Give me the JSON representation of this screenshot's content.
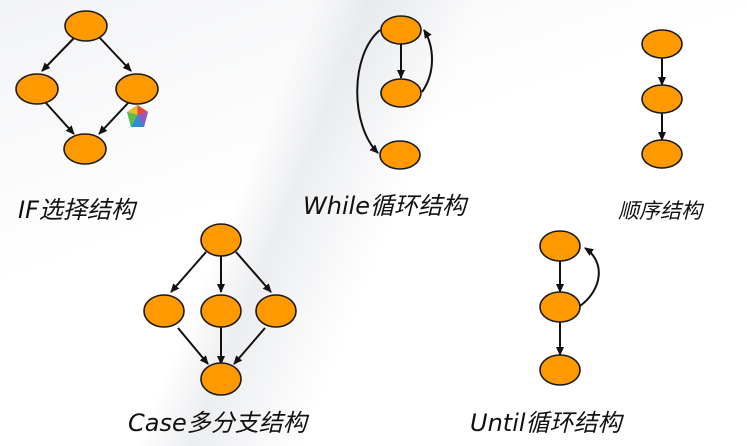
{
  "captions": {
    "if": "IF选择结构",
    "while": "While循环结构",
    "sequence": "顺序结构",
    "case": "Case多分支结构",
    "until": "Until循环结构"
  },
  "colors": {
    "node_fill": "#ff9900",
    "node_stroke": "#1a1a1a",
    "edge": "#111111"
  },
  "icons": [
    "gem-icon"
  ]
}
